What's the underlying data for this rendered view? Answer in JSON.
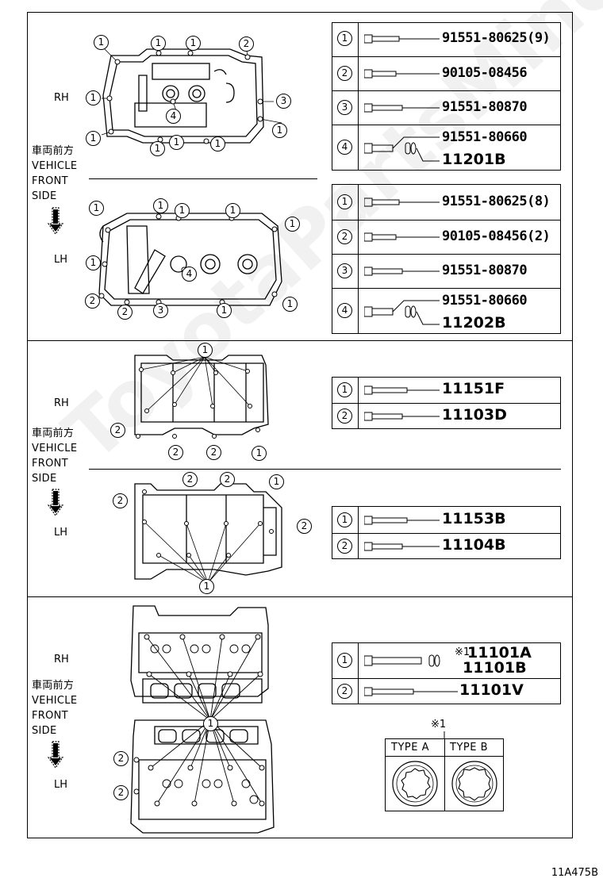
{
  "sections": [
    {
      "id": "valve-cover",
      "subs": [
        {
          "label": "RH",
          "parts": [
            {
              "num": "1",
              "lines": [
                "91551-80625(9)"
              ]
            },
            {
              "num": "2",
              "lines": [
                "90105-08456"
              ]
            },
            {
              "num": "3",
              "lines": [
                "91551-80870"
              ]
            },
            {
              "num": "4",
              "lines": [
                "91551-80660",
                "11201B"
              ]
            }
          ]
        },
        {
          "label": "LH",
          "parts": [
            {
              "num": "1",
              "lines": [
                "91551-80625(8)"
              ]
            },
            {
              "num": "2",
              "lines": [
                "90105-08456(2)"
              ]
            },
            {
              "num": "3",
              "lines": [
                "91551-80870"
              ]
            },
            {
              "num": "4",
              "lines": [
                "91551-80660",
                "11202B"
              ]
            }
          ]
        }
      ]
    },
    {
      "id": "camshaft-housing",
      "subs": [
        {
          "label": "RH",
          "parts": [
            {
              "num": "1",
              "lines": [
                "11151F"
              ]
            },
            {
              "num": "2",
              "lines": [
                "11103D"
              ]
            }
          ]
        },
        {
          "label": "LH",
          "parts": [
            {
              "num": "1",
              "lines": [
                "11153B"
              ]
            },
            {
              "num": "2",
              "lines": [
                "11104B"
              ]
            }
          ]
        }
      ]
    },
    {
      "id": "cylinder-head",
      "subs": [
        {
          "label": "RH",
          "parts": [
            {
              "num": "1",
              "note": "※1",
              "lines": [
                "11101A",
                "11101B"
              ]
            },
            {
              "num": "2",
              "lines": [
                "11101V"
              ]
            }
          ]
        },
        {
          "label": "LH",
          "parts": []
        }
      ]
    }
  ],
  "vehicle_front": [
    "車両前方",
    "VEHICLE",
    "FRONT",
    "SIDE"
  ],
  "type_note": "※1",
  "type_labels": [
    "TYPE A",
    "TYPE B"
  ],
  "figure_code": "11A475B",
  "watermark": "ToyotaPartsMine.ru"
}
